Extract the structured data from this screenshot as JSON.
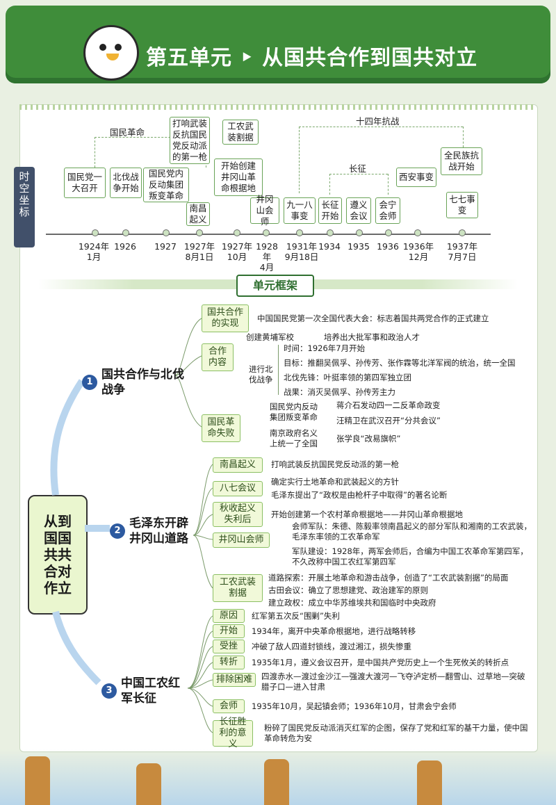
{
  "header": {
    "title": "第五单元 ‣ 从国共合作到国共对立"
  },
  "side_tag": [
    "时",
    "空",
    "坐",
    "标"
  ],
  "timeline": {
    "periods": {
      "national_revolution": "国民革命",
      "fourteen_years": "十四年抗战",
      "long_march": "长征"
    },
    "events": {
      "e1": "国民党一大召开",
      "e2": "北伐战争开始",
      "e3": "国民党内反动集团叛变革命",
      "e4a": "打响武装反抗国民党反动派的第一枪",
      "e4b": "南昌起义",
      "e5a": "工农武装割据",
      "e5b": "开始创建井冈山革命根据地",
      "e6": "井冈山会师",
      "e7": "九一八事变",
      "e8": "长征开始",
      "e9": "遵义会议",
      "e10": "会宁会师",
      "e11": "西安事变",
      "e12a": "全民族抗战开始",
      "e12b": "七七事变"
    },
    "dates": [
      "1924年\n1月",
      "1926",
      "1927",
      "1927年\n8月1日",
      "1927年\n10月",
      "1928年\n4月",
      "1931年\n9月18日",
      "1934",
      "1935",
      "1936",
      "1936年\n12月",
      "1937年\n7月7日"
    ]
  },
  "framework": {
    "label": "单元框架",
    "center": "从到国国共共合对作立",
    "topics": [
      {
        "num": "1",
        "title": "国共合作与北伐战争"
      },
      {
        "num": "2",
        "title": "毛泽东开辟井冈山道路"
      },
      {
        "num": "3",
        "title": "中国工农红军长征"
      }
    ],
    "t1": {
      "s1": "国共合作的实现",
      "s1_note": "中国国民党第一次全国代表大会：标志着国共两党合作的正式建立",
      "s2": "合作内容",
      "s2_a": "创建黄埔军校",
      "s2_a_note": "培养出大批军事和政治人才",
      "s2_b": "进行北伐战争",
      "s2_b_1": "时间：1926年7月开始",
      "s2_b_2": "目标：推翻吴佩孚、孙传芳、张作霖等北洋军阀的统治，统一全国",
      "s2_b_3": "北伐先锋：叶挺率领的第四军独立团",
      "s2_b_4": "战果：消灭吴佩孚、孙传芳主力",
      "s3": "国民革命失败",
      "s3_a": "国民党内反动集团叛变革命",
      "s3_a_1": "蒋介石发动四一二反革命政变",
      "s3_a_2": "汪精卫在武汉召开“分共会议”",
      "s3_b": "南京政府名义上统一了全国",
      "s3_b_1": "张学良“改易旗帜”"
    },
    "t2": {
      "s1": "南昌起义",
      "s1_note": "打响武装反抗国民党反动派的第一枪",
      "s2": "八七会议",
      "s2_n1": "确定实行土地革命和武装起义的方针",
      "s2_n2": "毛泽东提出了“政权是由枪杆子中取得”的著名论断",
      "s3": "秋收起义失利后",
      "s3_note": "开始创建第一个农村革命根据地——井冈山革命根据地",
      "s4": "井冈山会师",
      "s4_n1": "会师军队：朱德、陈毅率领南昌起义的部分军队和湘南的工农武装，毛泽东率领的工农革命军",
      "s4_n2": "军队建设：1928年，两军会师后，合编为中国工农革命军第四军，不久改称中国工农红军第四军",
      "s5": "工农武装割据",
      "s5_n1": "道路探索：开展土地革命和游击战争，创造了“工农武装割据”的局面",
      "s5_n2": "古田会议：确立了思想建党、政治建军的原则",
      "s5_n3": "建立政权：成立中华苏维埃共和国临时中央政府"
    },
    "t3": {
      "s1": "原因",
      "s1_note": "红军第五次反“围剿”失利",
      "s2": "开始",
      "s2_note": "1934年，离开中央革命根据地，进行战略转移",
      "s3": "受挫",
      "s3_note": "冲破了敌人四道封锁线，渡过湘江，损失惨重",
      "s4": "转折",
      "s4_note": "1935年1月，遵义会议召开，是中国共产党历史上一个生死攸关的转折点",
      "s5": "排除困难",
      "s5_note": "四渡赤水—渡过金沙江—强渡大渡河—飞夺泸定桥—翻雪山、过草地—突破腊子口—进入甘肃",
      "s6": "会师",
      "s6_note": "1935年10月，吴起镇会师；1936年10月，甘肃会宁会师",
      "s7": "长征胜利的意义",
      "s7_note": "粉碎了国民党反动派消灭红军的企图，保存了党和红军的基干力量，使中国革命转危为安"
    }
  },
  "colors": {
    "banner": "#3f8d3a",
    "accent": "#2f6f30",
    "sub_bg": "#f1f9d9",
    "topic_num": "#2d5aa0"
  }
}
